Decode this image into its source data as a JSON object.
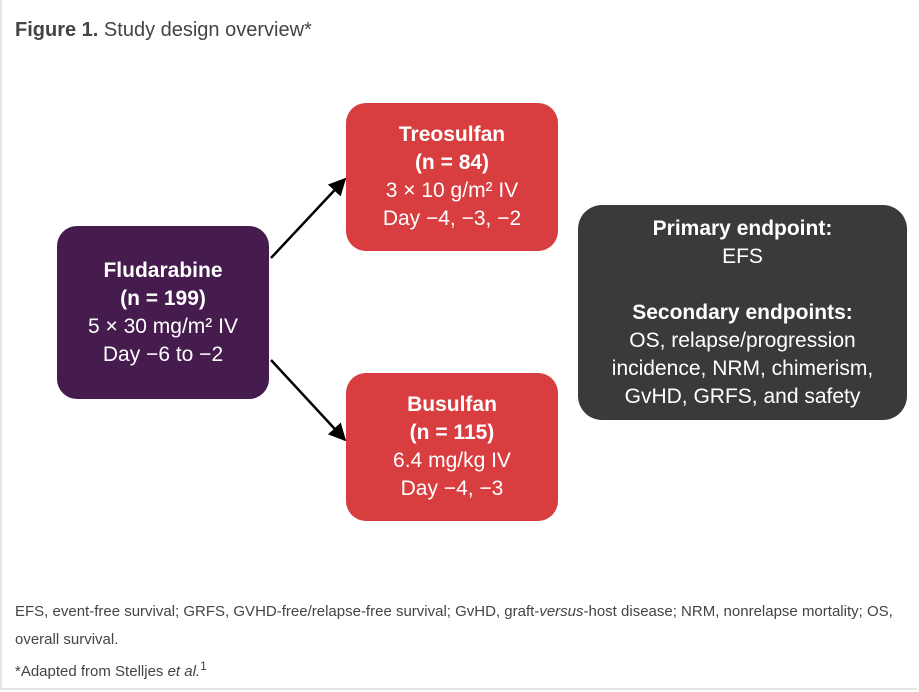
{
  "figure": {
    "label": "Figure 1.",
    "title": "Study design overview*"
  },
  "boxes": {
    "fludarabine": {
      "name": "Fludarabine",
      "n": "(n = 199)",
      "dose": "5 × 30 mg/m² IV",
      "schedule": "Day −6 to −2",
      "color": "#461b4d"
    },
    "treosulfan": {
      "name": "Treosulfan",
      "n": "(n = 84)",
      "dose": "3 × 10 g/m² IV",
      "schedule": "Day −4, −3, −2",
      "color": "#d83e40"
    },
    "busulfan": {
      "name": "Busulfan",
      "n": "(n = 115)",
      "dose": "6.4 mg/kg IV",
      "schedule": "Day −4, −3",
      "color": "#d83e40"
    },
    "endpoints": {
      "primary_heading": "Primary endpoint:",
      "primary_value": "EFS",
      "secondary_heading": "Secondary endpoints:",
      "secondary_lines": [
        "OS, relapse/progression",
        "incidence, NRM, chimerism,",
        "GvHD, GRFS, and safety"
      ],
      "color": "#3a3a3a"
    }
  },
  "footnotes": {
    "abbreviations_part1": "EFS, event-free survival; GRFS, GVHD-free/relapse-free survival; GvHD, graft-",
    "abbreviations_italic": "versus",
    "abbreviations_part2": "-host disease; NRM, nonrelapse mortality; OS, overall survival.",
    "adapted_prefix": "*Adapted from Stelljes ",
    "adapted_italic": "et al.",
    "adapted_ref": "1"
  }
}
